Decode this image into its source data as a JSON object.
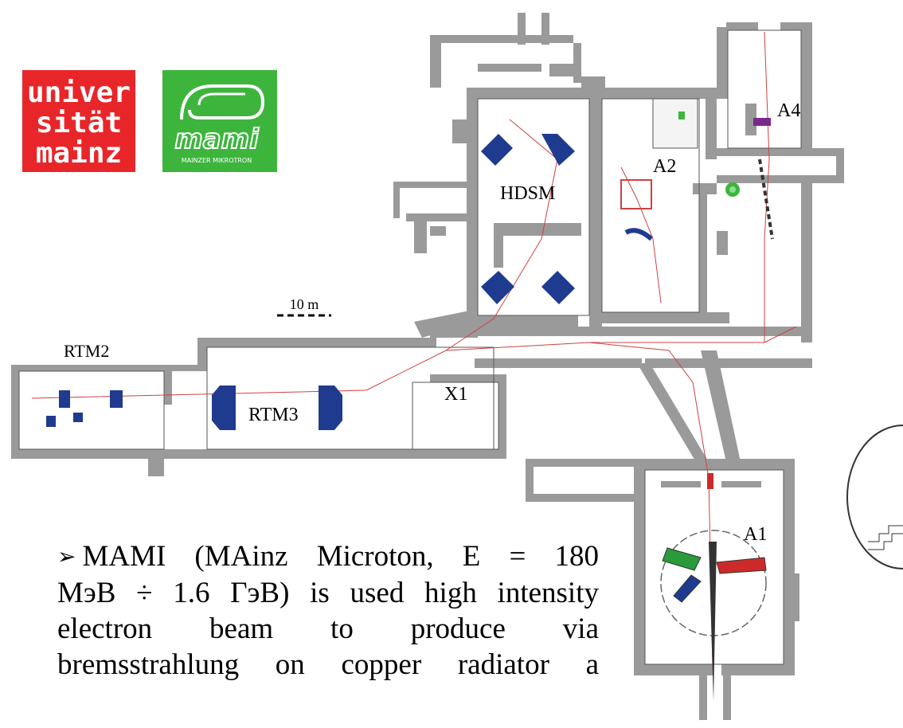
{
  "logos": {
    "uni_mainz": {
      "text_lines": [
        "univer",
        "sität",
        "mainz"
      ],
      "color": "#e8262a"
    },
    "mami": {
      "wordmark": "mami",
      "subtitle": "MAINZER MIKROTRON",
      "color": "#3db53d"
    }
  },
  "hall_labels": {
    "hdsm": "HDSM",
    "a2": "A2",
    "a4": "A4",
    "a1": "A1",
    "rtm2": "RTM2",
    "rtm3": "RTM3",
    "x1": "X1"
  },
  "scale_bar": {
    "label": "10 m"
  },
  "colors": {
    "wall": "#9a9a9a",
    "magnet": "#1f3b8f",
    "beam": "#d04040",
    "spectrometer_green": "#2a9a3a",
    "spectrometer_red": "#cc2a2a",
    "spectrometer_blue": "#1f3b8f"
  },
  "description": {
    "bullet": "➢",
    "lines": [
      "MAMI (MAinz Microton, E = 180",
      "МэВ ÷ 1.6 ГэВ) is used high intensity",
      "electron beam to produce via",
      "bremsstrahlung on copper radiator a"
    ]
  }
}
